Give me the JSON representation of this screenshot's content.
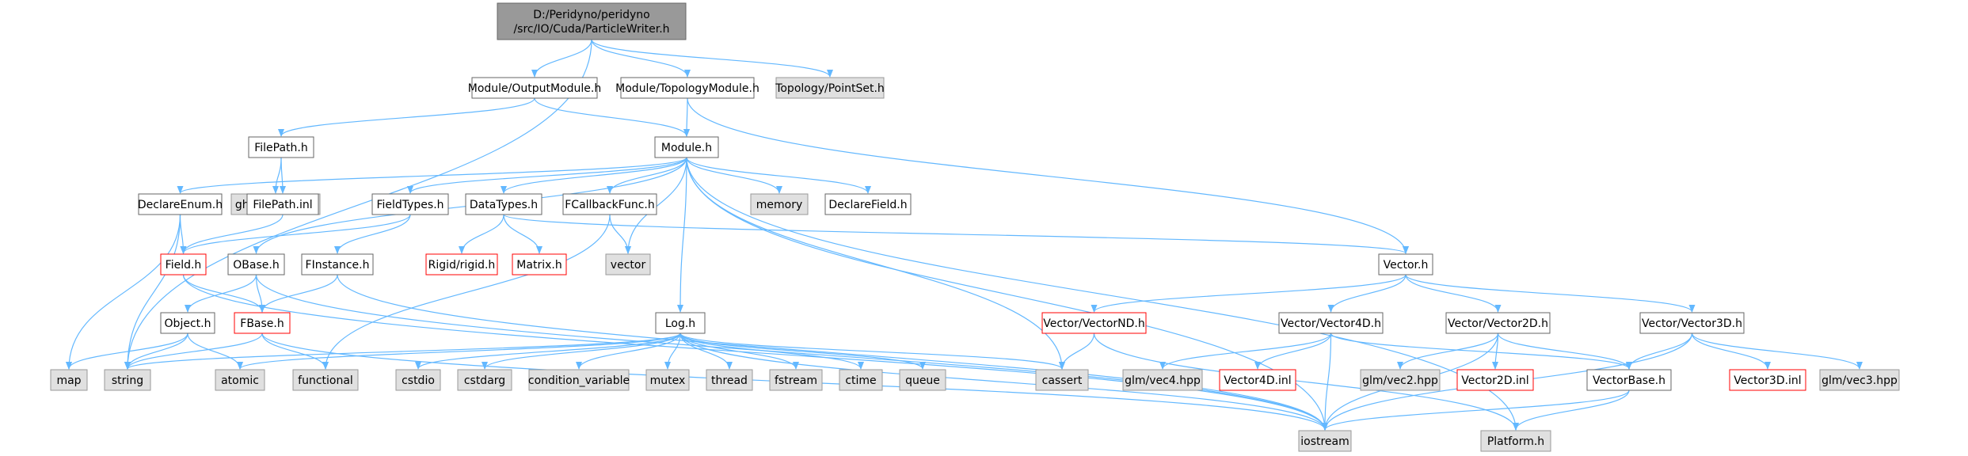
{
  "colors": {
    "root_fill": "#999999",
    "node_fill": "#ffffff",
    "node_border": "#666666",
    "system_fill": "#e0e0e0",
    "system_border": "#999999",
    "missing_border": "#ff0000",
    "edge": "#63b8ff"
  },
  "nodes": [
    {
      "id": "root",
      "lines": [
        "D:/Peridyno/peridyno",
        "/src/IO/Cuda/ParticleWriter.h"
      ],
      "kind": "root"
    },
    {
      "id": "outputmodule",
      "lines": [
        "Module/OutputModule.h"
      ],
      "kind": "normal"
    },
    {
      "id": "topologymodule",
      "lines": [
        "Module/TopologyModule.h"
      ],
      "kind": "normal"
    },
    {
      "id": "pointset",
      "lines": [
        "Topology/PointSet.h"
      ],
      "kind": "system"
    },
    {
      "id": "filepath",
      "lines": [
        "FilePath.h"
      ],
      "kind": "normal"
    },
    {
      "id": "module",
      "lines": [
        "Module.h"
      ],
      "kind": "normal"
    },
    {
      "id": "ghcfs",
      "lines": [
        "ghc/fs_std.hpp"
      ],
      "kind": "system"
    },
    {
      "id": "declareenum",
      "lines": [
        "DeclareEnum.h"
      ],
      "kind": "normal"
    },
    {
      "id": "filepathinl",
      "lines": [
        "FilePath.inl"
      ],
      "kind": "normal"
    },
    {
      "id": "fieldtypes",
      "lines": [
        "FieldTypes.h"
      ],
      "kind": "normal"
    },
    {
      "id": "datatypes",
      "lines": [
        "DataTypes.h"
      ],
      "kind": "normal"
    },
    {
      "id": "fcallback",
      "lines": [
        "FCallbackFunc.h"
      ],
      "kind": "normal"
    },
    {
      "id": "memory",
      "lines": [
        "memory"
      ],
      "kind": "system"
    },
    {
      "id": "declarefield",
      "lines": [
        "DeclareField.h"
      ],
      "kind": "normal"
    },
    {
      "id": "field",
      "lines": [
        "Field.h"
      ],
      "kind": "missing"
    },
    {
      "id": "obase",
      "lines": [
        "OBase.h"
      ],
      "kind": "normal"
    },
    {
      "id": "finstance",
      "lines": [
        "FInstance.h"
      ],
      "kind": "normal"
    },
    {
      "id": "rigid",
      "lines": [
        "Rigid/rigid.h"
      ],
      "kind": "missing"
    },
    {
      "id": "matrix",
      "lines": [
        "Matrix.h"
      ],
      "kind": "missing"
    },
    {
      "id": "vector",
      "lines": [
        "vector"
      ],
      "kind": "system"
    },
    {
      "id": "vectorh",
      "lines": [
        "Vector.h"
      ],
      "kind": "normal"
    },
    {
      "id": "object",
      "lines": [
        "Object.h"
      ],
      "kind": "normal"
    },
    {
      "id": "fbase",
      "lines": [
        "FBase.h"
      ],
      "kind": "missing"
    },
    {
      "id": "log",
      "lines": [
        "Log.h"
      ],
      "kind": "normal"
    },
    {
      "id": "vectornd",
      "lines": [
        "Vector/VectorND.h"
      ],
      "kind": "missing"
    },
    {
      "id": "vector4d",
      "lines": [
        "Vector/Vector4D.h"
      ],
      "kind": "normal"
    },
    {
      "id": "vector2d",
      "lines": [
        "Vector/Vector2D.h"
      ],
      "kind": "normal"
    },
    {
      "id": "vector3d",
      "lines": [
        "Vector/Vector3D.h"
      ],
      "kind": "normal"
    },
    {
      "id": "map",
      "lines": [
        "map"
      ],
      "kind": "system"
    },
    {
      "id": "string",
      "lines": [
        "string"
      ],
      "kind": "system"
    },
    {
      "id": "atomic",
      "lines": [
        "atomic"
      ],
      "kind": "system"
    },
    {
      "id": "functional",
      "lines": [
        "functional"
      ],
      "kind": "system"
    },
    {
      "id": "cstdio",
      "lines": [
        "cstdio"
      ],
      "kind": "system"
    },
    {
      "id": "cstdarg",
      "lines": [
        "cstdarg"
      ],
      "kind": "system"
    },
    {
      "id": "condvar",
      "lines": [
        "condition_variable"
      ],
      "kind": "system"
    },
    {
      "id": "mutex",
      "lines": [
        "mutex"
      ],
      "kind": "system"
    },
    {
      "id": "thread",
      "lines": [
        "thread"
      ],
      "kind": "system"
    },
    {
      "id": "fstream",
      "lines": [
        "fstream"
      ],
      "kind": "system"
    },
    {
      "id": "ctime",
      "lines": [
        "ctime"
      ],
      "kind": "system"
    },
    {
      "id": "queue",
      "lines": [
        "queue"
      ],
      "kind": "system"
    },
    {
      "id": "cassert",
      "lines": [
        "cassert"
      ],
      "kind": "system"
    },
    {
      "id": "glmvec4",
      "lines": [
        "glm/vec4.hpp"
      ],
      "kind": "system"
    },
    {
      "id": "vector4dinl",
      "lines": [
        "Vector4D.inl"
      ],
      "kind": "missing"
    },
    {
      "id": "glmvec2",
      "lines": [
        "glm/vec2.hpp"
      ],
      "kind": "system"
    },
    {
      "id": "vector2dinl",
      "lines": [
        "Vector2D.inl"
      ],
      "kind": "missing"
    },
    {
      "id": "vectorbase",
      "lines": [
        "VectorBase.h"
      ],
      "kind": "normal"
    },
    {
      "id": "vector3dinl",
      "lines": [
        "Vector3D.inl"
      ],
      "kind": "missing"
    },
    {
      "id": "glmvec3",
      "lines": [
        "glm/vec3.hpp"
      ],
      "kind": "system"
    },
    {
      "id": "iostream",
      "lines": [
        "iostream"
      ],
      "kind": "system"
    },
    {
      "id": "platform",
      "lines": [
        "Platform.h"
      ],
      "kind": "system"
    }
  ],
  "edges": [
    [
      "root",
      "outputmodule"
    ],
    [
      "root",
      "topologymodule"
    ],
    [
      "root",
      "pointset"
    ],
    [
      "root",
      "string"
    ],
    [
      "outputmodule",
      "filepath"
    ],
    [
      "outputmodule",
      "module"
    ],
    [
      "topologymodule",
      "module"
    ],
    [
      "topologymodule",
      "vectorh"
    ],
    [
      "filepath",
      "ghcfs"
    ],
    [
      "filepath",
      "filepathinl"
    ],
    [
      "filepathinl",
      "field"
    ],
    [
      "module",
      "declareenum"
    ],
    [
      "module",
      "fieldtypes"
    ],
    [
      "module",
      "datatypes"
    ],
    [
      "module",
      "fcallback"
    ],
    [
      "module",
      "memory"
    ],
    [
      "module",
      "declarefield"
    ],
    [
      "module",
      "obase"
    ],
    [
      "module",
      "vector"
    ],
    [
      "module",
      "log"
    ],
    [
      "module",
      "cassert"
    ],
    [
      "module",
      "platform"
    ],
    [
      "module",
      "iostream"
    ],
    [
      "declareenum",
      "field"
    ],
    [
      "declareenum",
      "map"
    ],
    [
      "declareenum",
      "string"
    ],
    [
      "fieldtypes",
      "field"
    ],
    [
      "fieldtypes",
      "finstance"
    ],
    [
      "datatypes",
      "rigid"
    ],
    [
      "datatypes",
      "matrix"
    ],
    [
      "datatypes",
      "vectorh"
    ],
    [
      "fcallback",
      "vector"
    ],
    [
      "fcallback",
      "functional"
    ],
    [
      "field",
      "fbase"
    ],
    [
      "field",
      "iostream"
    ],
    [
      "obase",
      "object"
    ],
    [
      "obase",
      "fbase"
    ],
    [
      "obase",
      "iostream"
    ],
    [
      "finstance",
      "fbase"
    ],
    [
      "finstance",
      "iostream"
    ],
    [
      "object",
      "map"
    ],
    [
      "object",
      "string"
    ],
    [
      "object",
      "atomic"
    ],
    [
      "fbase",
      "string"
    ],
    [
      "fbase",
      "functional"
    ],
    [
      "fbase",
      "iostream"
    ],
    [
      "log",
      "string"
    ],
    [
      "log",
      "cstdio"
    ],
    [
      "log",
      "cstdarg"
    ],
    [
      "log",
      "condvar"
    ],
    [
      "log",
      "mutex"
    ],
    [
      "log",
      "thread"
    ],
    [
      "log",
      "fstream"
    ],
    [
      "log",
      "ctime"
    ],
    [
      "log",
      "queue"
    ],
    [
      "log",
      "cassert"
    ],
    [
      "log",
      "iostream"
    ],
    [
      "log",
      "atomic"
    ],
    [
      "vectorh",
      "vectornd"
    ],
    [
      "vectorh",
      "vector4d"
    ],
    [
      "vectorh",
      "vector2d"
    ],
    [
      "vectorh",
      "vector3d"
    ],
    [
      "vectornd",
      "cassert"
    ],
    [
      "vectornd",
      "platform"
    ],
    [
      "vector4d",
      "glmvec4"
    ],
    [
      "vector4d",
      "vector4dinl"
    ],
    [
      "vector4d",
      "vectorbase"
    ],
    [
      "vector4d",
      "iostream"
    ],
    [
      "vector2d",
      "glmvec2"
    ],
    [
      "vector2d",
      "vector2dinl"
    ],
    [
      "vector2d",
      "vectorbase"
    ],
    [
      "vector2d",
      "iostream"
    ],
    [
      "vector3d",
      "vector3dinl"
    ],
    [
      "vector3d",
      "glmvec3"
    ],
    [
      "vector3d",
      "vectorbase"
    ],
    [
      "vector3d",
      "iostream"
    ],
    [
      "vectorbase",
      "iostream"
    ],
    [
      "vectorbase",
      "platform"
    ]
  ]
}
